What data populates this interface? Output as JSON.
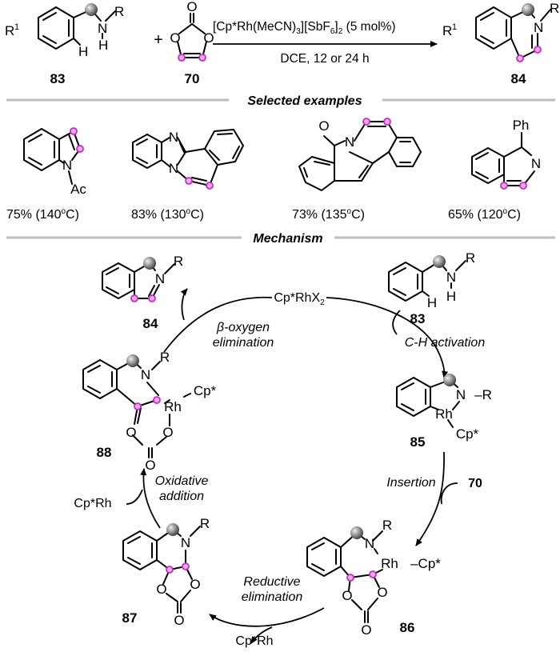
{
  "reaction": {
    "reactant_amine": {
      "r1": "R",
      "r1_sup": "1",
      "n": "N",
      "h_on_n": "H",
      "r": "R",
      "h": "H",
      "number": "83"
    },
    "plus": "+",
    "carbonate": {
      "o_top": "O",
      "o_left": "O",
      "o_right": "O",
      "number": "70"
    },
    "conditions_top_1": "[Cp*Rh(MeCN)",
    "conditions_sub_3": "3",
    "conditions_top_2": "][SbF",
    "conditions_sub_6": "6",
    "conditions_top_3": "]",
    "conditions_sub_2": "2",
    "conditions_top_4": " (5 mol%)",
    "conditions_bottom": "DCE,  12 or 24 h",
    "product": {
      "r1": "R",
      "r1_sup": "1",
      "n": "N",
      "r": "R",
      "number": "84"
    }
  },
  "sections": {
    "selected_examples": "Selected examples",
    "mechanism": "Mechanism"
  },
  "examples": [
    {
      "yield": "75% (140",
      "deg": "o",
      "unit": "C)",
      "n": "N",
      "ac": "Ac"
    },
    {
      "yield": "83% (130",
      "deg": "o",
      "unit": "C)",
      "n1": "N",
      "n2": "N"
    },
    {
      "yield": "73% (135",
      "deg": "o",
      "unit": "C)",
      "o": "O",
      "n": "N"
    },
    {
      "yield": "65% (120",
      "deg": "o",
      "unit": "C)",
      "ph": "Ph",
      "n": "N"
    }
  ],
  "mechanism": {
    "catalyst_1": "Cp*RhX",
    "catalyst_sub": "2",
    "step_beta_1": "β-oxygen",
    "step_beta_2": "elimination",
    "step_ch": "C-H activation",
    "step_insertion": "Insertion",
    "step_oxidative_1": "Oxidative",
    "step_oxidative_2": "addition",
    "step_reductive_1": "Reductive",
    "step_reductive_2": "elimination",
    "cp_rh_in": "Cp*Rh",
    "cp_rh_out": "Cp*Rh",
    "reagent_70": "70",
    "c84": {
      "n": "N",
      "r": "R",
      "number": "84"
    },
    "c83": {
      "n": "N",
      "h_on_n": "H",
      "r": "R",
      "h": "H",
      "number": "83"
    },
    "c85": {
      "n": "N",
      "r": "–R",
      "rh": "Rh",
      "cp": "Cp*",
      "number": "85"
    },
    "c86": {
      "n": "N",
      "r": "R",
      "rh": "Rh",
      "cp": "–Cp*",
      "o1": "O",
      "o2": "O",
      "o3": "O",
      "number": "86"
    },
    "c87": {
      "n": "N",
      "r": "R",
      "o1": "O",
      "o2": "O",
      "o3": "O",
      "number": "87"
    },
    "c88": {
      "n": "N",
      "r": "R",
      "rh": "Rh",
      "cp": "Cp*",
      "o1": "O",
      "o2": "O",
      "o3": "O",
      "number": "88"
    }
  }
}
